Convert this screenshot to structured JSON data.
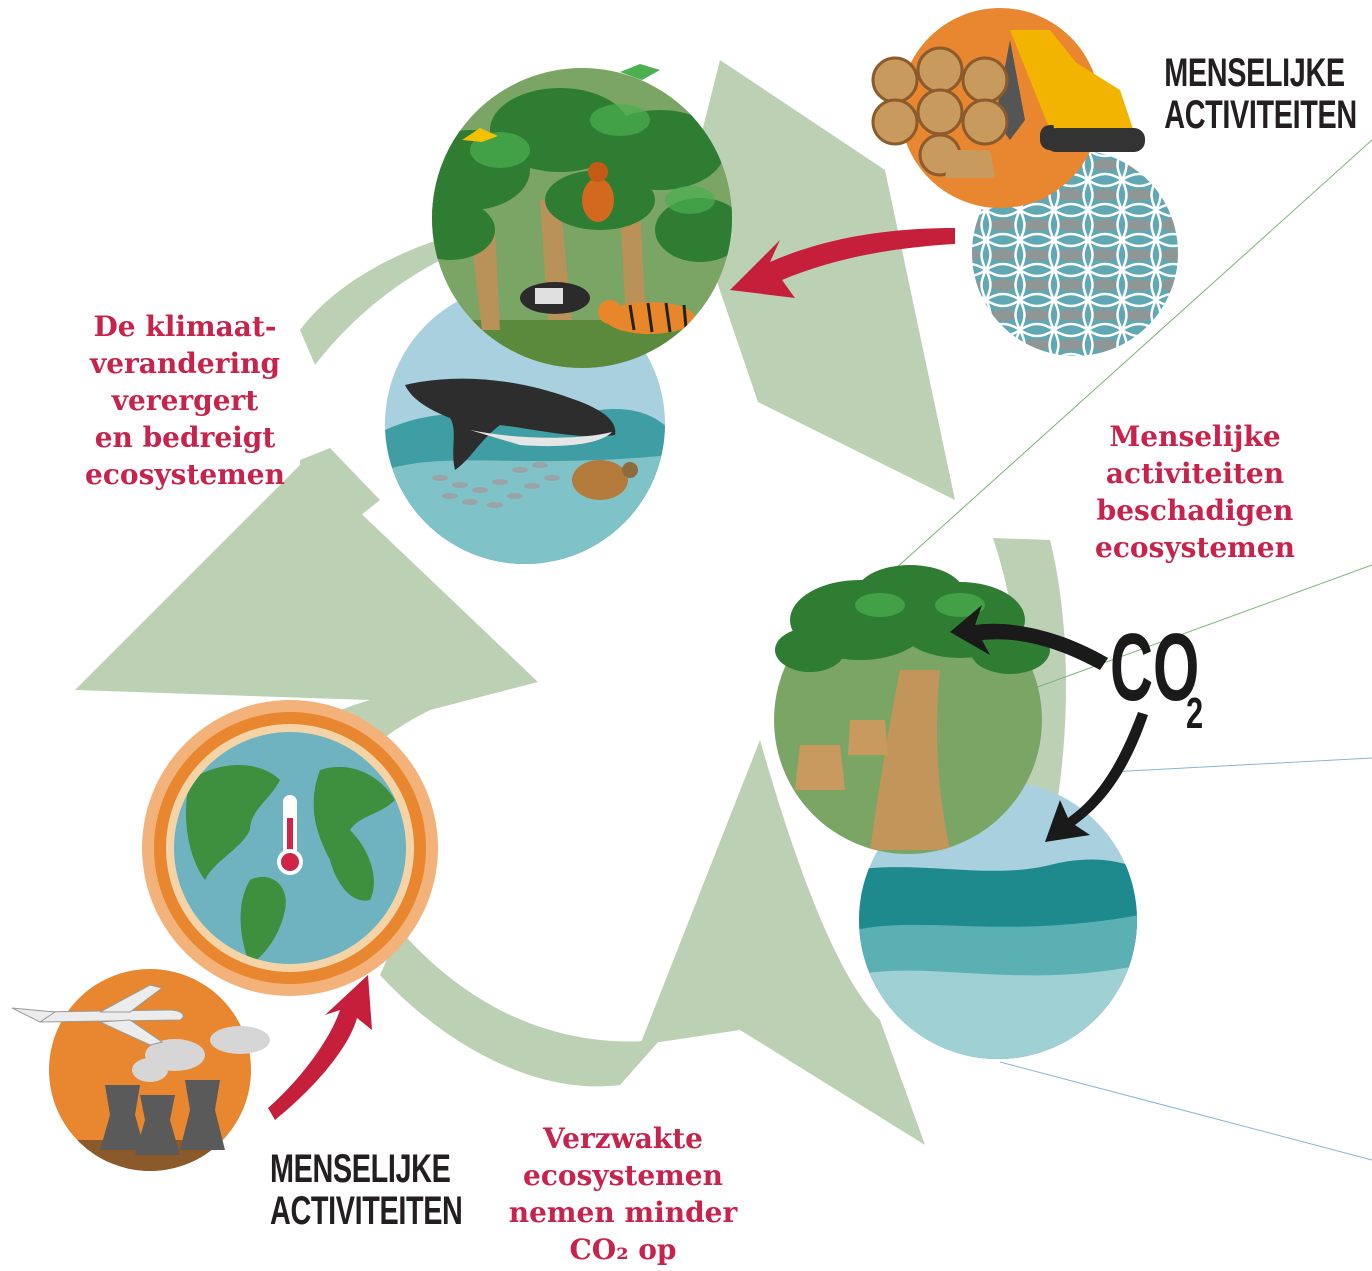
{
  "headings": {
    "top_right": [
      "MENSELIJKE",
      "ACTIVITEITEN"
    ],
    "bottom_left": [
      "MENSELIJKE",
      "ACTIVITEITEN"
    ]
  },
  "captions": {
    "climate": [
      "De klimaat-",
      "verandering",
      "verergert",
      "en bedreigt",
      "ecosystemen"
    ],
    "damage": [
      "Menselijke",
      "activiteiten",
      "beschadigen",
      "ecosystemen"
    ],
    "weakened": [
      "Verzwakte",
      "ecosystemen",
      "nemen minder",
      "CO₂ op"
    ]
  },
  "co2_label": {
    "main": "CO",
    "sub": "2"
  },
  "colors": {
    "cycle_arrow": "#bcd0b4",
    "red_arrow": "#c61f3c",
    "caption": "#c8234c",
    "forest": "#7aa564",
    "ocean": "#a9d0de",
    "orange": "#e8872f",
    "text_dark": "#231f20"
  },
  "icons": [
    "forest-wildlife-circle",
    "ocean-wildlife-circle",
    "logging-circle",
    "overfishing-net-circle",
    "tree-co2-circle",
    "ocean-circle",
    "warming-globe-circle",
    "industry-airplane-circle"
  ]
}
